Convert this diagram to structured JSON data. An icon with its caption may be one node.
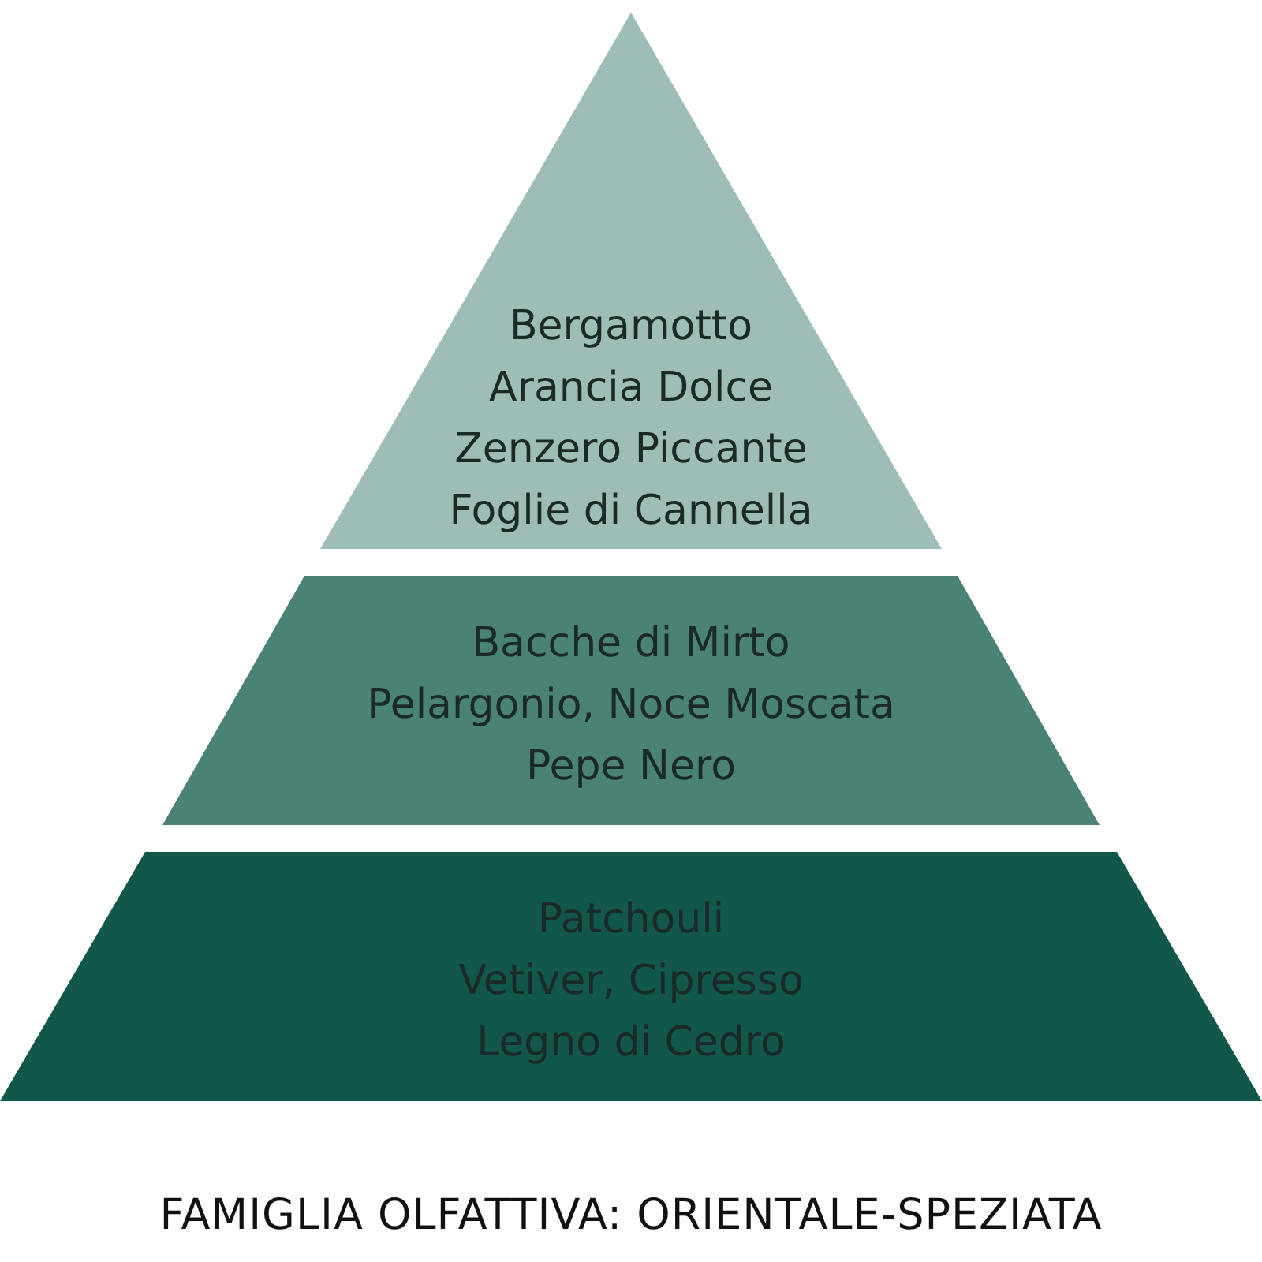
{
  "diagram": {
    "caption": "FAMIGLIA OLFATTIVA: ORIENTALE-SPEZIATA",
    "nodes": [
      {
        "text": [
          "Bergamotto",
          "Arancia Dolce",
          "Zenzero Piccante",
          "Foglie di Cannella"
        ]
      },
      {
        "text": [
          "Bacche di Mirto",
          "Pelargonio, Noce Moscata",
          "Pepe Nero"
        ]
      },
      {
        "text": [
          "Patchouli",
          "Vetiver, Cipresso",
          "Legno di Cedro"
        ]
      }
    ]
  }
}
